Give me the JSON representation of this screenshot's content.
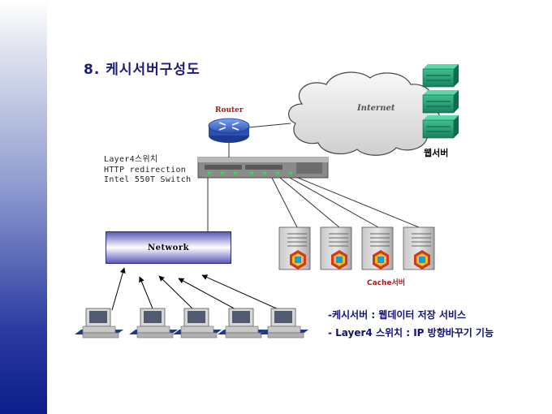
{
  "title": "8. 케시서버구성도",
  "router": {
    "label": "Router",
    "icon": "router-icon"
  },
  "internet": {
    "label": "Internet",
    "icon": "cloud-icon"
  },
  "web_servers": {
    "label": "웹서버",
    "count": 3,
    "icon": "server-rack-icon"
  },
  "switch": {
    "lines": [
      "Layer4스위치",
      "HTTP redirection",
      "Intel 550T Switch"
    ],
    "icon": "switch-icon"
  },
  "network": {
    "label": "Network"
  },
  "cache_servers": {
    "label": "Cache서버",
    "count": 4,
    "icon": "cache-server-icon"
  },
  "clients": {
    "count": 5,
    "icon": "desktop-computer-icon"
  },
  "notes": [
    "-케시서버 : 웹데이터 저장 서비스",
    "- Layer4 스위치 : IP 방향바꾸기 기능"
  ],
  "colors": {
    "title": "#1a1a80",
    "accent_red": "#b01818",
    "notes": "#10107a",
    "web_server": "#2aa07a",
    "router": "#3a6ad0"
  }
}
